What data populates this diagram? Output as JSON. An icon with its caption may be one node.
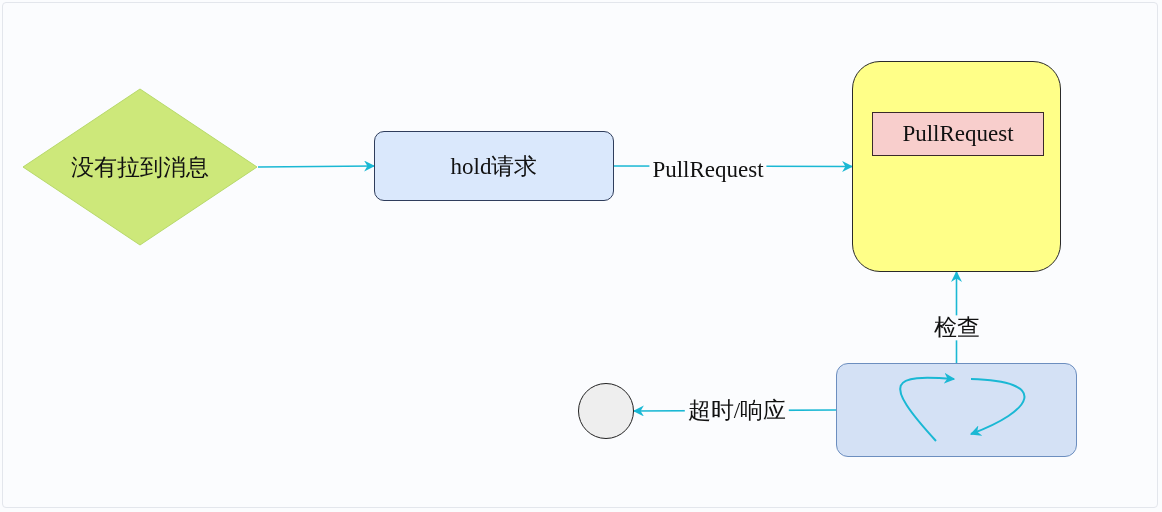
{
  "diagram": {
    "nodes": [
      {
        "text": [
          "没有拉到消息"
        ]
      },
      {
        "text": [
          "hold请求"
        ]
      },
      {
        "text": [],
        "shape": "box"
      },
      {
        "text": [
          "PullRequest"
        ],
        "in": 2
      },
      {
        "text": [],
        "shape": "box"
      },
      {
        "text": [],
        "shape": "circle"
      }
    ],
    "edges": [
      {
        "from": 0,
        "to": 1,
        "arrow": "to"
      },
      {
        "from": 1,
        "to": 2,
        "arrow": "to",
        "label": "PullRequest"
      },
      {
        "from": 4,
        "to": 2,
        "arrow": "to",
        "label": "检查"
      },
      {
        "from": 4,
        "to": 5,
        "arrow": "to",
        "label": "超时/响应"
      }
    ]
  }
}
